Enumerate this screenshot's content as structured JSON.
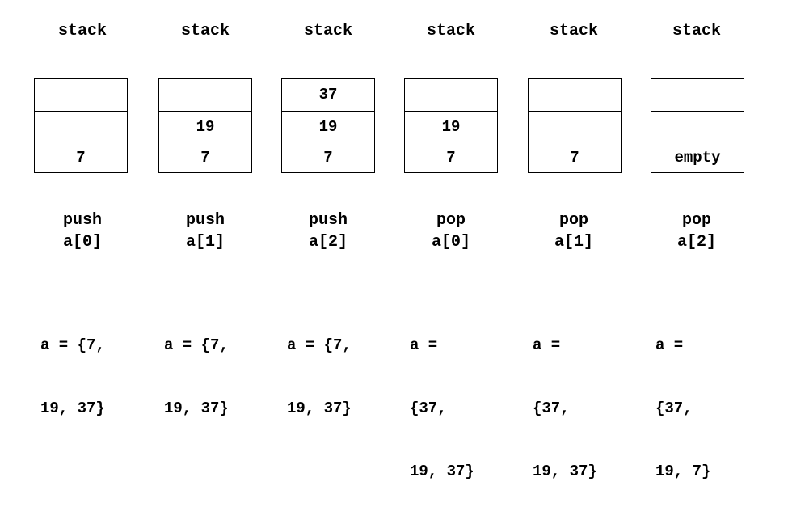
{
  "columns": [
    {
      "title": "stack",
      "cells": [
        "",
        "",
        "7"
      ],
      "op_name": "push",
      "op_arg": "a[0]",
      "array_lines": [
        "a = {7,",
        "19, 37}",
        ""
      ]
    },
    {
      "title": "stack",
      "cells": [
        "",
        "19",
        "7"
      ],
      "op_name": "push",
      "op_arg": "a[1]",
      "array_lines": [
        "a = {7,",
        "19, 37}",
        ""
      ]
    },
    {
      "title": "stack",
      "cells": [
        "37",
        "19",
        "7"
      ],
      "op_name": "push",
      "op_arg": "a[2]",
      "array_lines": [
        "a = {7,",
        "19, 37}",
        ""
      ]
    },
    {
      "title": "stack",
      "cells": [
        "",
        "19",
        "7"
      ],
      "op_name": "pop",
      "op_arg": "a[0]",
      "array_lines": [
        "a =",
        "{37,",
        "19, 37}"
      ]
    },
    {
      "title": "stack",
      "cells": [
        "",
        "",
        "7"
      ],
      "op_name": "pop",
      "op_arg": "a[1]",
      "array_lines": [
        "a =",
        "{37,",
        "19, 37}"
      ]
    },
    {
      "title": "stack",
      "cells": [
        "",
        "",
        "empty"
      ],
      "op_name": "pop",
      "op_arg": "a[2]",
      "array_lines": [
        "a =",
        "{37,",
        "19, 7}"
      ]
    }
  ]
}
